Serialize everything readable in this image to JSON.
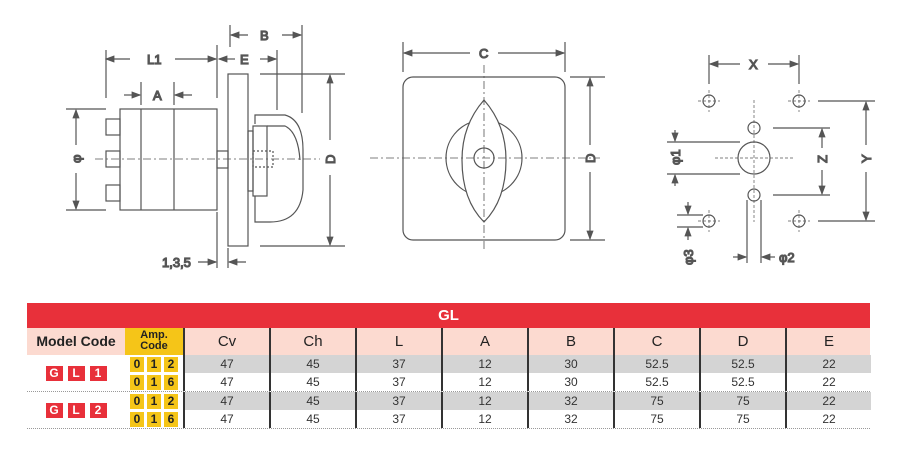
{
  "drawing": {
    "side_view": {
      "L1": "L1",
      "A": "A",
      "B": "B",
      "E": "E",
      "D": "D",
      "phi": "φ",
      "gap": "1,3,5"
    },
    "front_view": {
      "C": "C",
      "D": "D"
    },
    "panel_cutout": {
      "X": "X",
      "Y": "Y",
      "Z": "Z",
      "phi1": "φ1",
      "phi2": "φ2",
      "phi3": "φ3"
    }
  },
  "table": {
    "title": "GL",
    "headers": {
      "model_code": "Model Code",
      "amp_code": "Amp. Code",
      "cols": [
        "Cv",
        "Ch",
        "L",
        "A",
        "B",
        "C",
        "D",
        "E"
      ]
    },
    "groups": [
      {
        "model": [
          "G",
          "L",
          "1"
        ],
        "rows": [
          {
            "amp": [
              "0",
              "1",
              "2"
            ],
            "values": [
              "47",
              "45",
              "37",
              "12",
              "30",
              "52.5",
              "52.5",
              "22"
            ]
          },
          {
            "amp": [
              "0",
              "1",
              "6"
            ],
            "values": [
              "47",
              "45",
              "37",
              "12",
              "30",
              "52.5",
              "52.5",
              "22"
            ]
          }
        ]
      },
      {
        "model": [
          "G",
          "L",
          "2"
        ],
        "rows": [
          {
            "amp": [
              "0",
              "1",
              "2"
            ],
            "values": [
              "47",
              "45",
              "37",
              "12",
              "32",
              "75",
              "75",
              "22"
            ]
          },
          {
            "amp": [
              "0",
              "1",
              "6"
            ],
            "values": [
              "47",
              "45",
              "37",
              "12",
              "32",
              "75",
              "75",
              "22"
            ]
          }
        ]
      }
    ]
  },
  "colors": {
    "red": "#e8303a",
    "yellow": "#f5c518",
    "header_bg": "#fcdad0",
    "gray_row": "#d4d4d4"
  }
}
